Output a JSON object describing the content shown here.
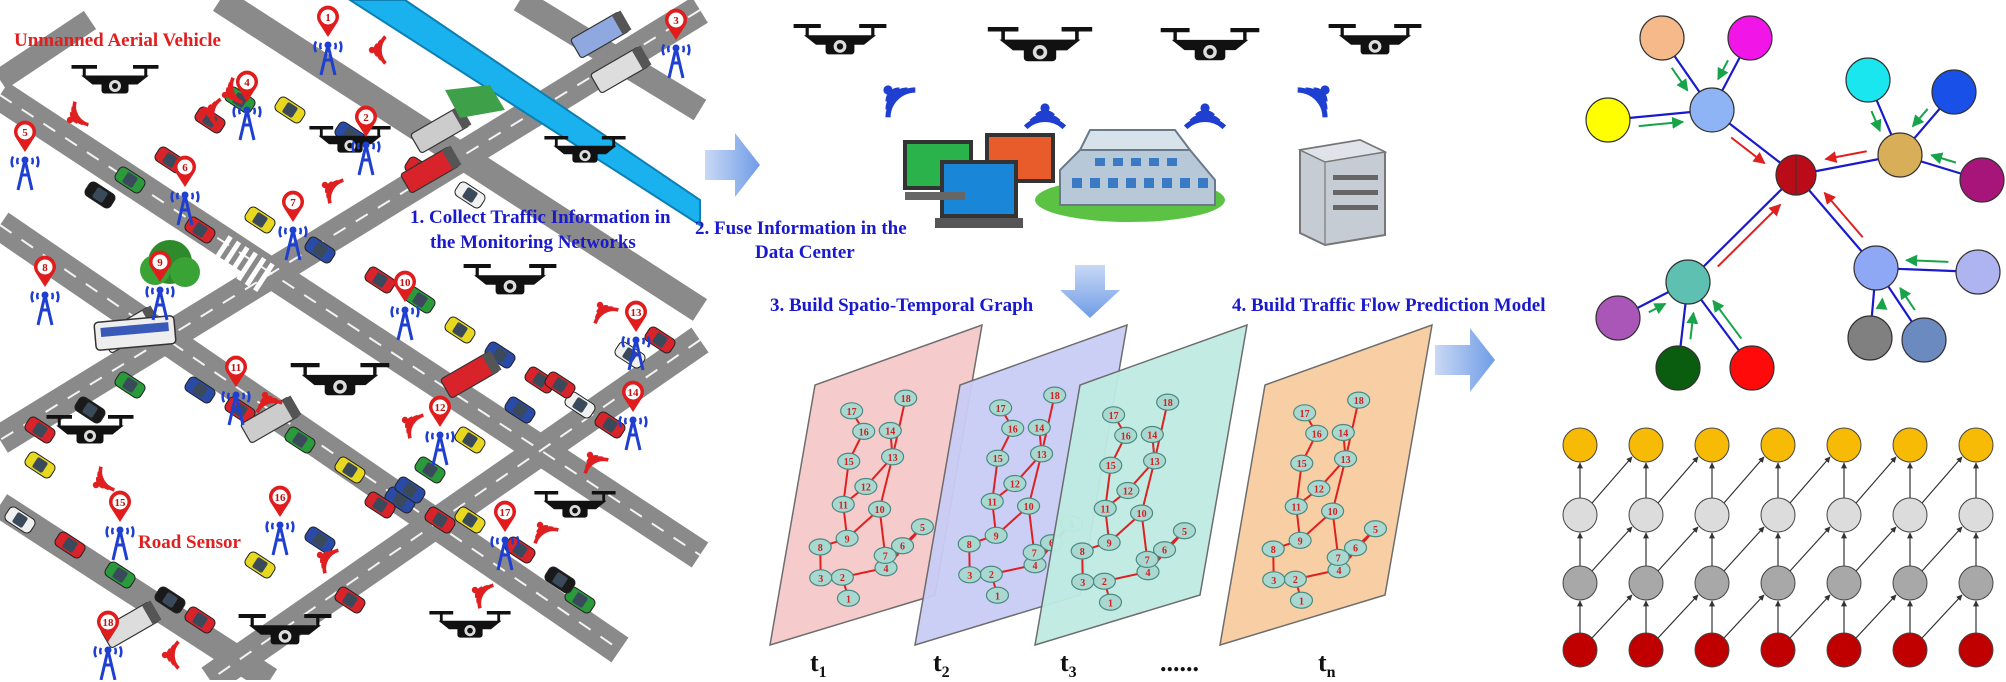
{
  "labels": {
    "uav": "Unmanned Aerial Vehicle",
    "road_sensor": "Road Sensor",
    "step1_line1": "1.  Collect Traffic Information in",
    "step1_line2": "the Monitoring Networks",
    "step2_line1": "2.  Fuse Information in the",
    "step2_line2": "Data Center",
    "step3": "3.  Build Spatio-Temporal Graph",
    "step4": "4.  Build Traffic Flow Prediction Model"
  },
  "sensor_numbers": [
    "1",
    "2",
    "3",
    "4",
    "5",
    "6",
    "7",
    "8",
    "9",
    "10",
    "11",
    "12",
    "13",
    "14",
    "15",
    "16",
    "17",
    "18"
  ],
  "graph_node_numbers": [
    "1",
    "2",
    "3",
    "4",
    "5",
    "6",
    "7",
    "8",
    "9",
    "10",
    "11",
    "12",
    "13",
    "14",
    "15",
    "16",
    "17",
    "18"
  ],
  "time_labels": [
    {
      "base": "t",
      "sub": "1"
    },
    {
      "base": "t",
      "sub": "2"
    },
    {
      "base": "t",
      "sub": "3"
    },
    {
      "base": "......",
      "sub": ""
    },
    {
      "base": "t",
      "sub": "n"
    }
  ],
  "colors": {
    "text_blue": "#1a1acc",
    "text_red": "#e02020",
    "road": "#8a8a8a",
    "river": "#19b2ef",
    "sensor": "#1f3fd0",
    "pin": "#e01c1c",
    "plane1": "#f6c9c9",
    "plane2": "#c9cdf6",
    "plane3": "#bfece2",
    "plane4": "#f8cda0",
    "graph_node": "#a8d8d0",
    "graph_edge": "#e02020"
  },
  "star_graph_colors": [
    "#f5b98a",
    "#f215e8",
    "#ffff00",
    "#8fb4f5",
    "#1ae6f0",
    "#1950e8",
    "#d8ae58",
    "#a8157a",
    "#b90c18",
    "#8fa8f5",
    "#aeb4ef",
    "#5ec0b0",
    "#aa56b8",
    "#0a5c0e",
    "#ff0a0a",
    "#808080",
    "#6a8ac0"
  ],
  "grid_row_colors": [
    "#f7ba05",
    "#dcdcdc",
    "#a8a8a8",
    "#c00000"
  ]
}
